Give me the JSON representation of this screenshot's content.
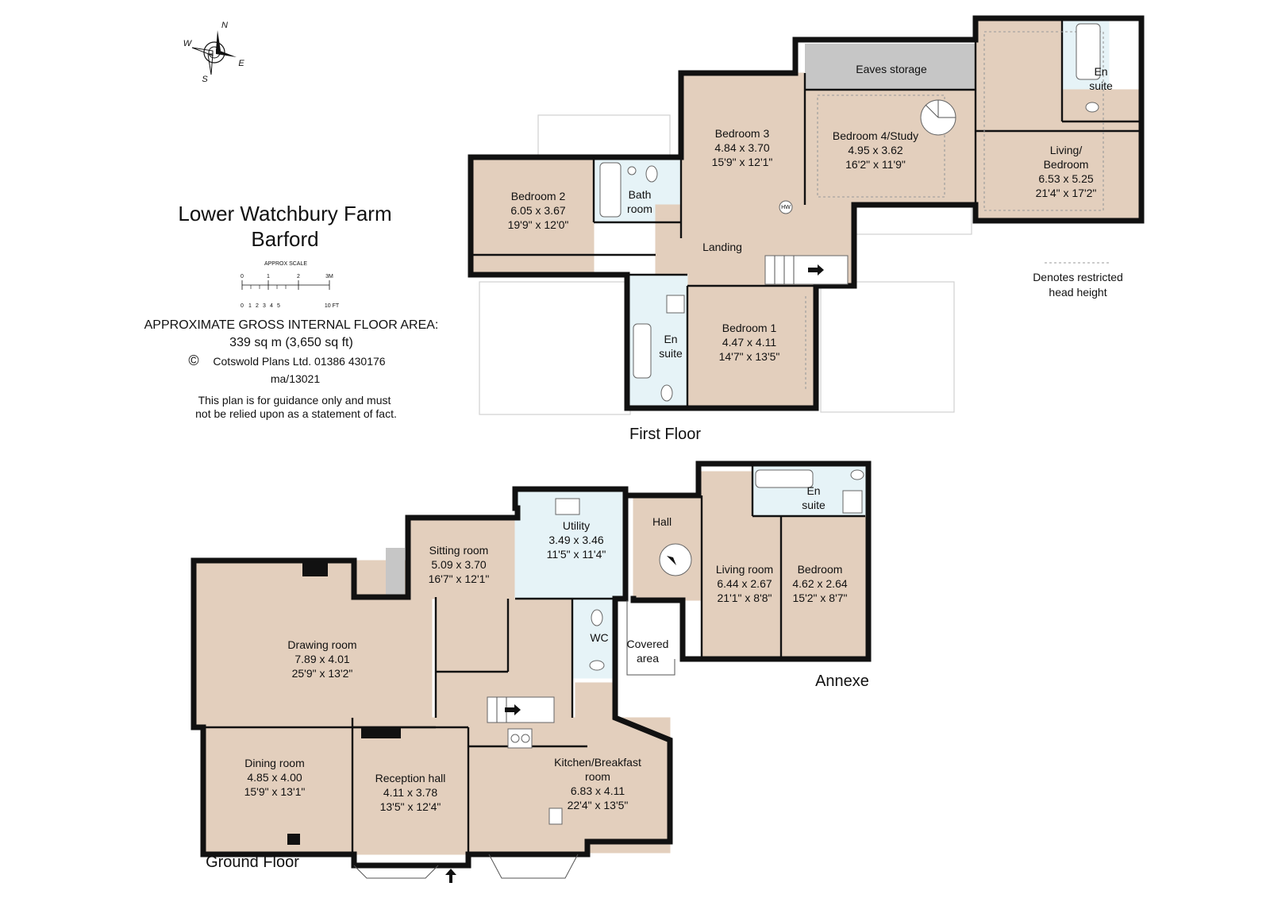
{
  "property": {
    "name": "Lower Watchbury Farm",
    "location": "Barford"
  },
  "scale": {
    "label": "APPROX SCALE",
    "metres": [
      "0",
      "1",
      "2",
      "3M"
    ],
    "feet": [
      "0",
      "1",
      "2",
      "3",
      "4",
      "5",
      "10 FT"
    ]
  },
  "area": {
    "heading": "APPROXIMATE GROSS INTERNAL FLOOR AREA:",
    "value": "339 sq m (3,650 sq ft)"
  },
  "credit": {
    "symbol": "©",
    "text": "Cotswold Plans Ltd. 01386 430176",
    "ref": "ma/13021"
  },
  "disclaimer": {
    "line1": "This plan is for guidance only and must",
    "line2": "not be relied upon as a statement of fact."
  },
  "legend": {
    "line1": "Denotes restricted",
    "line2": "head height"
  },
  "compass": {
    "n": "N",
    "e": "E",
    "s": "S",
    "w": "W"
  },
  "floors": {
    "first": "First Floor",
    "ground": "Ground Floor",
    "annexe": "Annexe"
  },
  "first_floor": {
    "eaves": "Eaves storage",
    "bedroom2": {
      "name": "Bedroom 2",
      "metric": "6.05 x 3.67",
      "imperial": "19'9\" x 12'0\""
    },
    "bathroom": {
      "l1": "Bath",
      "l2": "room"
    },
    "bedroom3": {
      "name": "Bedroom 3",
      "metric": "4.84 x 3.70",
      "imperial": "15'9\" x 12'1\""
    },
    "bedroom4": {
      "name": "Bedroom 4/Study",
      "metric": "4.95 x 3.62",
      "imperial": "16'2\" x 11'9\""
    },
    "ensuite_top": {
      "l1": "En",
      "l2": "suite"
    },
    "living_bedroom": {
      "l1": "Living/",
      "l2": "Bedroom",
      "metric": "6.53 x 5.25",
      "imperial": "21'4\" x 17'2\""
    },
    "hw": "HW",
    "landing": "Landing",
    "ensuite1": {
      "l1": "En",
      "l2": "suite"
    },
    "bedroom1": {
      "name": "Bedroom 1",
      "metric": "4.47 x 4.11",
      "imperial": "14'7\" x 13'5\""
    }
  },
  "ground_floor": {
    "sitting": {
      "name": "Sitting room",
      "metric": "5.09 x 3.70",
      "imperial": "16'7\" x 12'1\""
    },
    "utility": {
      "name": "Utility",
      "metric": "3.49 x 3.46",
      "imperial": "11'5\" x 11'4\""
    },
    "drawing": {
      "name": "Drawing room",
      "metric": "7.89 x 4.01",
      "imperial": "25'9\" x 13'2\""
    },
    "wc": "WC",
    "dining": {
      "name": "Dining room",
      "metric": "4.85 x 4.00",
      "imperial": "15'9\" x 13'1\""
    },
    "reception": {
      "name": "Reception hall",
      "metric": "4.11 x 3.78",
      "imperial": "13'5\" x 12'4\""
    },
    "kitchen": {
      "l1": "Kitchen/Breakfast",
      "l2": "room",
      "metric": "6.83 x 4.11",
      "imperial": "22'4\" x 13'5\""
    }
  },
  "annexe": {
    "hall": "Hall",
    "covered": {
      "l1": "Covered",
      "l2": "area"
    },
    "living": {
      "name": "Living room",
      "metric": "6.44 x 2.67",
      "imperial": "21'1\" x 8'8\""
    },
    "ensuite": {
      "l1": "En",
      "l2": "suite"
    },
    "bedroom": {
      "name": "Bedroom",
      "metric": "4.62 x 2.64",
      "imperial": "15'2\" x 8'7\""
    }
  }
}
